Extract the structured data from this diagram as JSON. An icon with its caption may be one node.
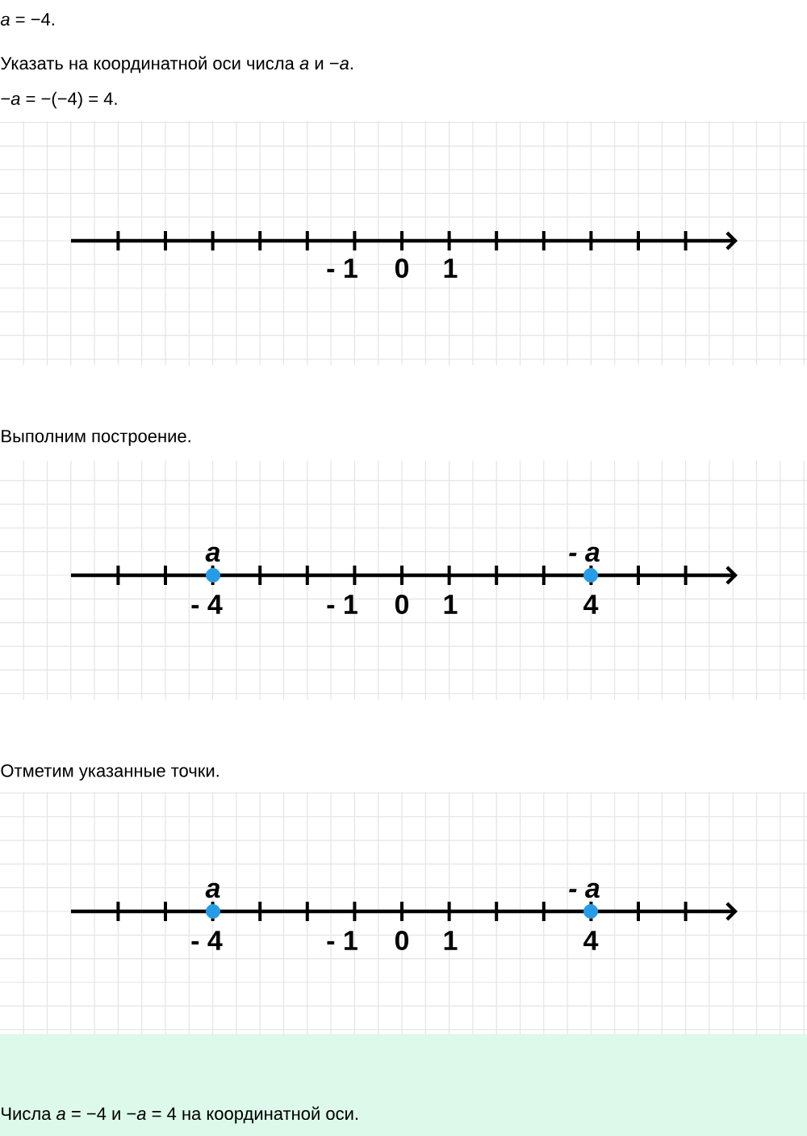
{
  "diagram": {
    "labels": [
      "*a* = −4.",
      "Указать на координатной оси числа *a* и −*a*.",
      "−*a* = −(−4) = 4.",
      "- 1",
      "0",
      "1",
      "Выполним построение.",
      "a",
      "- a",
      "- 4",
      "- 1",
      "0",
      "1",
      "4",
      "Отметим указанные точки.",
      "a",
      "- a",
      "- 4",
      "- 1",
      "0",
      "1",
      "4",
      "Числа *a* = −4 и −*a* = 4 на координатной оси."
    ]
  }
}
